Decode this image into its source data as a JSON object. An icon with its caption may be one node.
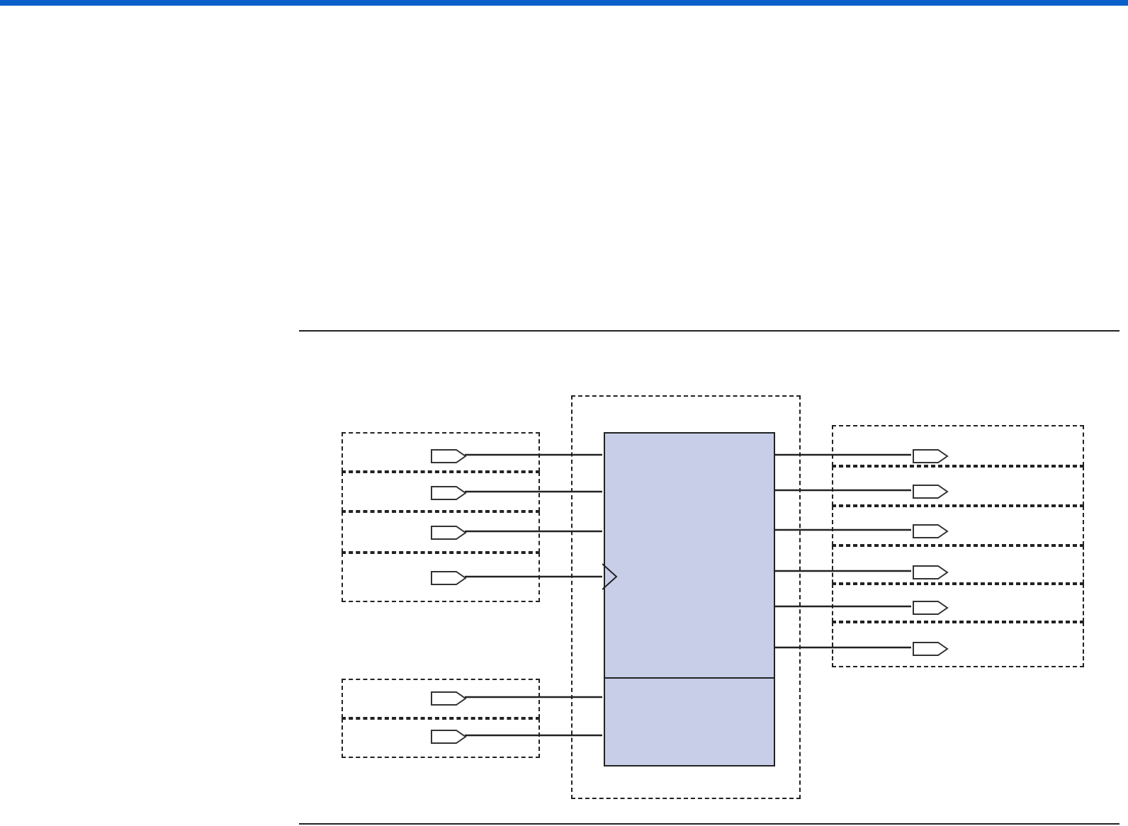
{
  "diagram": {
    "nodes": [
      {
        "text": [],
        "shape": "box"
      },
      {
        "text": [],
        "shape": "box",
        "in": 0
      },
      {
        "text": [],
        "shape": "box",
        "in": 0
      },
      {
        "text": [],
        "shape": "box"
      },
      {
        "text": [],
        "shape": "box"
      },
      {
        "text": [],
        "shape": "box"
      },
      {
        "text": [],
        "shape": "box"
      },
      {
        "text": [],
        "shape": "box"
      },
      {
        "text": [],
        "shape": "box"
      },
      {
        "text": [],
        "shape": "box"
      },
      {
        "text": [],
        "shape": "box"
      },
      {
        "text": [],
        "shape": "box"
      },
      {
        "text": [],
        "shape": "box"
      },
      {
        "text": [],
        "shape": "box"
      },
      {
        "text": [],
        "shape": "box"
      },
      {
        "text": [],
        "shape": "pentagon",
        "in": 3
      },
      {
        "text": [],
        "shape": "pentagon",
        "in": 4
      },
      {
        "text": [],
        "shape": "pentagon",
        "in": 5
      },
      {
        "text": [],
        "shape": "pentagon",
        "in": 6
      },
      {
        "text": [],
        "shape": "pentagon",
        "in": 7
      },
      {
        "text": [],
        "shape": "pentagon",
        "in": 8
      },
      {
        "text": [],
        "shape": "pentagon",
        "in": 9
      },
      {
        "text": [],
        "shape": "pentagon",
        "in": 10
      },
      {
        "text": [],
        "shape": "pentagon",
        "in": 11
      },
      {
        "text": [],
        "shape": "pentagon",
        "in": 12
      },
      {
        "text": [],
        "shape": "pentagon",
        "in": 13
      },
      {
        "text": [],
        "shape": "pentagon",
        "in": 14
      }
    ],
    "edges": [
      {
        "from": 15,
        "to": 1,
        "arrow": "none"
      },
      {
        "from": 16,
        "to": 1,
        "arrow": "none"
      },
      {
        "from": 17,
        "to": 1,
        "arrow": "none"
      },
      {
        "from": 18,
        "to": 1,
        "arrow": "to"
      },
      {
        "from": 19,
        "to": 2,
        "arrow": "none"
      },
      {
        "from": 20,
        "to": 2,
        "arrow": "none"
      },
      {
        "from": 1,
        "to": 21,
        "arrow": "none"
      },
      {
        "from": 1,
        "to": 22,
        "arrow": "none"
      },
      {
        "from": 1,
        "to": 23,
        "arrow": "none"
      },
      {
        "from": 1,
        "to": 24,
        "arrow": "none"
      },
      {
        "from": 1,
        "to": 25,
        "arrow": "none"
      },
      {
        "from": 1,
        "to": 26,
        "arrow": "none"
      }
    ]
  }
}
